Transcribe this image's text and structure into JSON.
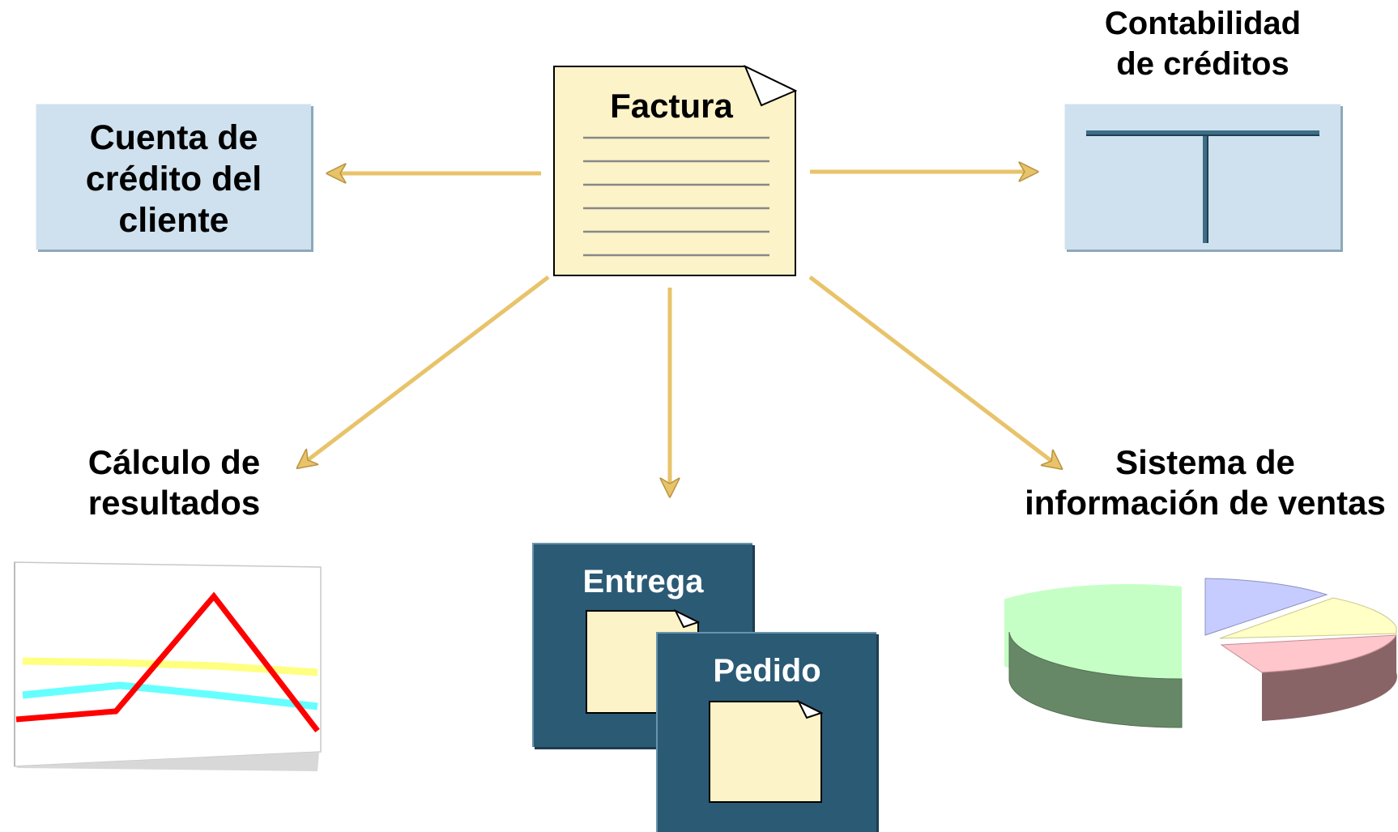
{
  "nodes": {
    "invoice": {
      "label": "Factura"
    },
    "customer_account": {
      "label_lines": [
        "Cuenta de",
        "crédito del",
        "cliente"
      ]
    },
    "receivables": {
      "label_lines": [
        "Contabilidad",
        "de créditos"
      ]
    },
    "results": {
      "label_lines": [
        "Cálculo de",
        "resultados"
      ]
    },
    "sales_info": {
      "label_lines": [
        "Sistema de",
        "información de ventas"
      ]
    },
    "delivery": {
      "label": "Entrega"
    },
    "order": {
      "label": "Pedido"
    }
  },
  "colors": {
    "arrow": "#e8c36a",
    "light_box": "#cfe1ee",
    "dark_box": "#2b5a75",
    "paper": "#fdf3c8",
    "line_red": "#ff0000",
    "line_yellow": "#ffff80",
    "line_cyan": "#66ffff"
  },
  "icons": {
    "invoice": "document-icon",
    "ledger": "t-account-icon",
    "line_chart": "line-chart-icon",
    "pie_chart": "pie-chart-icon",
    "delivery_doc": "document-icon",
    "order_doc": "document-icon"
  }
}
